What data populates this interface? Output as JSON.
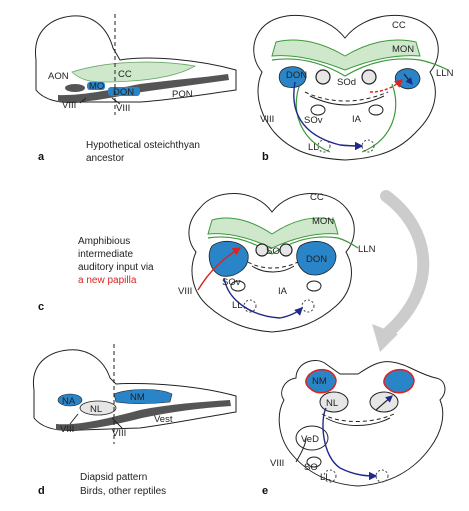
{
  "panels": {
    "a": {
      "letter": "a",
      "caption": [
        "Hypothetical osteichthyan",
        "ancestor"
      ],
      "labels": {
        "cc": "CC",
        "aon": "AON",
        "mo": "MO",
        "don": "DON",
        "pon": "PON",
        "viii_1": "VIII",
        "viii_2": "VIII"
      }
    },
    "b": {
      "letter": "b",
      "labels": {
        "cc": "CC",
        "mon": "MON",
        "lln": "LLN",
        "don": "DON",
        "sod": "SOd",
        "sov": "SOv",
        "ia": "IA",
        "ll": "LL",
        "viii": "VIII"
      }
    },
    "c": {
      "letter": "c",
      "caption": [
        "Amphibious",
        "intermediate",
        "auditory input via"
      ],
      "caption_red": "a new papilla",
      "labels": {
        "cc": "CC",
        "mon": "MON",
        "lln": "LLN",
        "so": "SO",
        "don": "DON",
        "sov": "SOv",
        "ia": "IA",
        "ll": "LL",
        "viii": "VIII"
      }
    },
    "d": {
      "letter": "d",
      "caption": [
        "Diapsid pattern",
        "Birds, other reptiles"
      ],
      "labels": {
        "na": "NA",
        "nm": "NM",
        "nl": "NL",
        "vest": "Vest",
        "viii_1": "VIII",
        "viii_2": "VIII"
      }
    },
    "e": {
      "letter": "e",
      "labels": {
        "nm": "NM",
        "nl": "NL",
        "ved": "VeD",
        "so": "SO",
        "ll": "LL",
        "viii": "VIII"
      }
    }
  },
  "colors": {
    "blue": "#2a84c8",
    "green": "#3a9a3a",
    "cc_fill": "#cfe8cc",
    "dark_band": "#555555",
    "red": "#d9241f",
    "navy": "#1f2a8a",
    "grey_arrow": "#cccccc"
  }
}
